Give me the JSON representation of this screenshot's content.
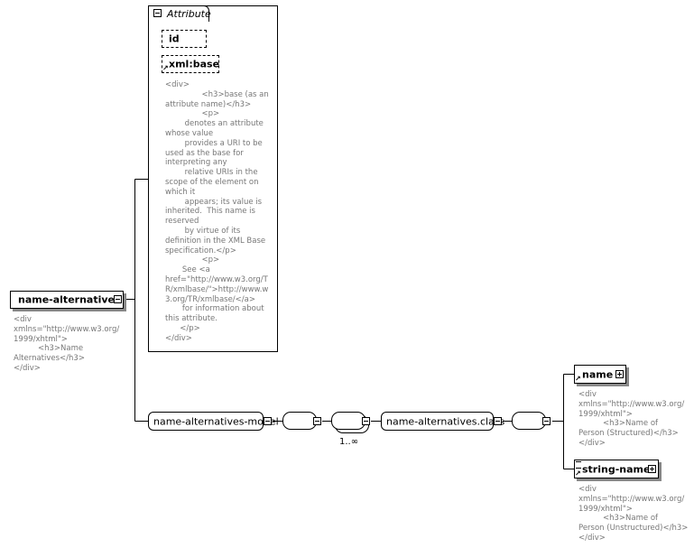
{
  "root": {
    "name": "name-alternatives",
    "doc": "<div\nxmlns=\"http://www.w3.org/\n1999/xhtml\">\n          <h3>Name\nAlternatives</h3>\n</div>"
  },
  "attributes": {
    "title": "Attribute",
    "items": [
      {
        "name": "id"
      },
      {
        "name": "xml:base"
      }
    ],
    "doc": "<div>\n               <h3>base (as an\nattribute name)</h3>\n               <p>\n        denotes an attribute\nwhose value\n        provides a URI to be\nused as the base for\ninterpreting any\n        relative URIs in the\nscope of the element on\nwhich it\n        appears; its value is\ninherited.  This name is\nreserved\n        by virtue of its\ndefinition in the XML Base\nspecification.</p>\n               <p>\n       See <a\nhref=\"http://www.w3.org/T\nR/xmlbase/\">http://www.w\n3.org/TR/xmlbase/</a>\n       for information about\nthis attribute.\n      </p>\n</div>"
  },
  "model_group": {
    "name": "name-alternatives-model"
  },
  "choice": {
    "occurrence": "1..∞"
  },
  "class_group": {
    "name": "name-alternatives.class"
  },
  "children": [
    {
      "name": "name",
      "doc": "<div\nxmlns=\"http://www.w3.org/\n1999/xhtml\">\n          <h3>Name of\nPerson (Structured)</h3>\n</div>"
    },
    {
      "name": "string-name",
      "doc": "<div\nxmlns=\"http://www.w3.org/\n1999/xhtml\">\n          <h3>Name of\nPerson (Unstructured)</h3>\n</div>"
    }
  ]
}
